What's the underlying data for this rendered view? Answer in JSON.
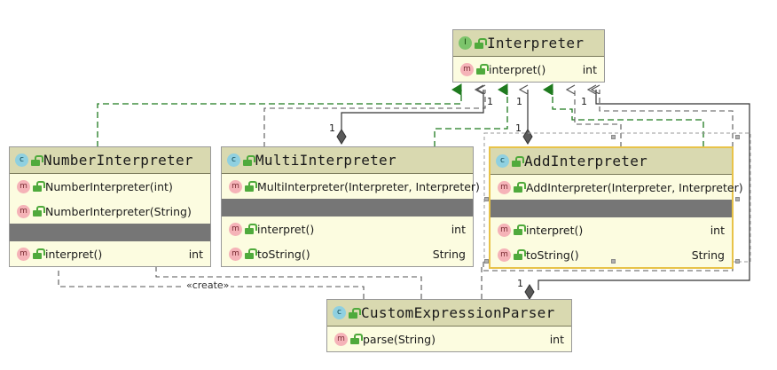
{
  "diagram": {
    "type": "uml-class-diagram",
    "background": "#ffffff",
    "colors": {
      "class_body": "#fcfce0",
      "class_header": "#d9d9b0",
      "separator_bar": "#767676",
      "realization_line": "#1e7a1e",
      "dependency_line": "#555555",
      "selection_border": "#e8c349",
      "interface_icon": "#7cc46b",
      "class_icon": "#8fd0e0",
      "method_icon": "#f5b3b8",
      "lock_icon": "#4faa3c"
    }
  },
  "classes": {
    "interpreter": {
      "name": "Interpreter",
      "kind_icon": "interface-icon",
      "kind_letter": "I",
      "visibility_icon": "public-lock-icon",
      "selected": false,
      "compartments": [
        {
          "members": [
            {
              "icon": "method-icon",
              "letter": "m",
              "name": "interpret()",
              "type": "int"
            }
          ]
        }
      ]
    },
    "number_interpreter": {
      "name": "NumberInterpreter",
      "kind_icon": "class-icon",
      "kind_letter": "c",
      "visibility_icon": "public-lock-icon",
      "selected": false,
      "compartments": [
        {
          "members": [
            {
              "icon": "method-icon",
              "letter": "m",
              "name": "NumberInterpreter(int)",
              "type": ""
            },
            {
              "icon": "method-icon",
              "letter": "m",
              "name": "NumberInterpreter(String)",
              "type": ""
            }
          ]
        },
        {
          "members": [
            {
              "icon": "method-icon",
              "letter": "m",
              "name": "interpret()",
              "type": "int"
            }
          ]
        }
      ]
    },
    "multi_interpreter": {
      "name": "MultiInterpreter",
      "kind_icon": "class-icon",
      "kind_letter": "c",
      "visibility_icon": "public-lock-icon",
      "selected": false,
      "compartments": [
        {
          "members": [
            {
              "icon": "method-icon",
              "letter": "m",
              "name": "MultiInterpreter(Interpreter, Interpreter)",
              "type": ""
            }
          ]
        },
        {
          "members": [
            {
              "icon": "method-icon",
              "letter": "m",
              "name": "interpret()",
              "type": "int"
            },
            {
              "icon": "method-icon",
              "letter": "m",
              "name": "toString()",
              "type": "String"
            }
          ]
        }
      ]
    },
    "add_interpreter": {
      "name": "AddInterpreter",
      "kind_icon": "class-icon",
      "kind_letter": "c",
      "visibility_icon": "public-lock-icon",
      "selected": true,
      "compartments": [
        {
          "members": [
            {
              "icon": "method-icon",
              "letter": "m",
              "name": "AddInterpreter(Interpreter, Interpreter)",
              "type": ""
            }
          ]
        },
        {
          "members": [
            {
              "icon": "method-icon",
              "letter": "m",
              "name": "interpret()",
              "type": "int"
            },
            {
              "icon": "method-icon",
              "letter": "m",
              "name": "toString()",
              "type": "String"
            }
          ]
        }
      ]
    },
    "custom_expression_parser": {
      "name": "CustomExpressionParser",
      "kind_icon": "class-icon",
      "kind_letter": "c",
      "visibility_icon": "public-lock-icon",
      "selected": false,
      "compartments": [
        {
          "members": [
            {
              "icon": "method-icon",
              "letter": "m",
              "name": "parse(String)",
              "type": "int"
            }
          ]
        }
      ]
    }
  },
  "edge_labels": {
    "mult_1_a": "1",
    "mult_1_b": "1",
    "mult_1_c": "1",
    "mult_multi_diamond": "1",
    "mult_add_diamond": "1",
    "mult_parser_diamond": "1",
    "create_stereotype": "«create»"
  },
  "relationships": [
    {
      "from": "NumberInterpreter",
      "to": "Interpreter",
      "kind": "realization",
      "label": ""
    },
    {
      "from": "MultiInterpreter",
      "to": "Interpreter",
      "kind": "realization",
      "label": ""
    },
    {
      "from": "AddInterpreter",
      "to": "Interpreter",
      "kind": "realization",
      "label": ""
    },
    {
      "from": "MultiInterpreter",
      "to": "Interpreter",
      "kind": "composition",
      "label": "1"
    },
    {
      "from": "AddInterpreter",
      "to": "Interpreter",
      "kind": "composition",
      "label": "1"
    },
    {
      "from": "CustomExpressionParser",
      "to": "Interpreter",
      "kind": "composition",
      "label": "1"
    },
    {
      "from": "CustomExpressionParser",
      "to": "NumberInterpreter",
      "kind": "dependency",
      "label": "«create»"
    },
    {
      "from": "CustomExpressionParser",
      "to": "MultiInterpreter",
      "kind": "dependency",
      "label": ""
    },
    {
      "from": "CustomExpressionParser",
      "to": "AddInterpreter",
      "kind": "dependency",
      "label": ""
    }
  ]
}
